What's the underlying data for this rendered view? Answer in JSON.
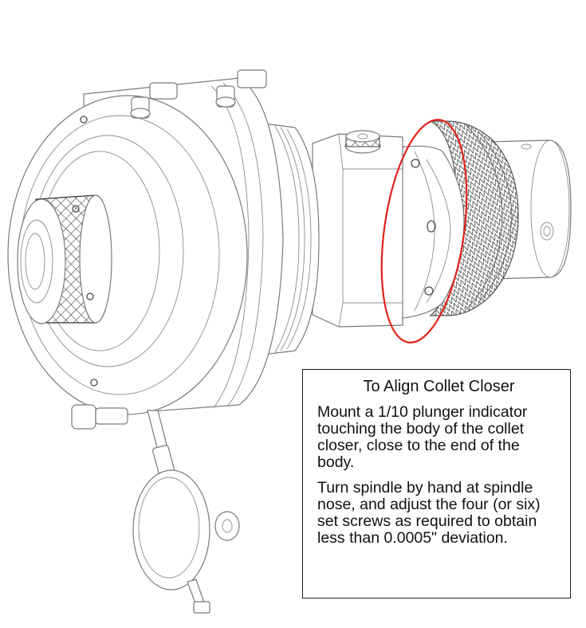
{
  "callout": {
    "title": "To Align Collet Closer",
    "paragraphs": [
      "Mount a 1/10 plunger indicator touching the body of the collet closer, close to the end of the body.",
      "Turn spindle by hand at spindle nose, and adjust the four (or six) set screws as required to obtain less than 0.0005\" deviation."
    ]
  },
  "colors": {
    "highlight_ellipse": "#e0231b",
    "line_art": "#7a7a7a",
    "box_border": "#222222"
  }
}
